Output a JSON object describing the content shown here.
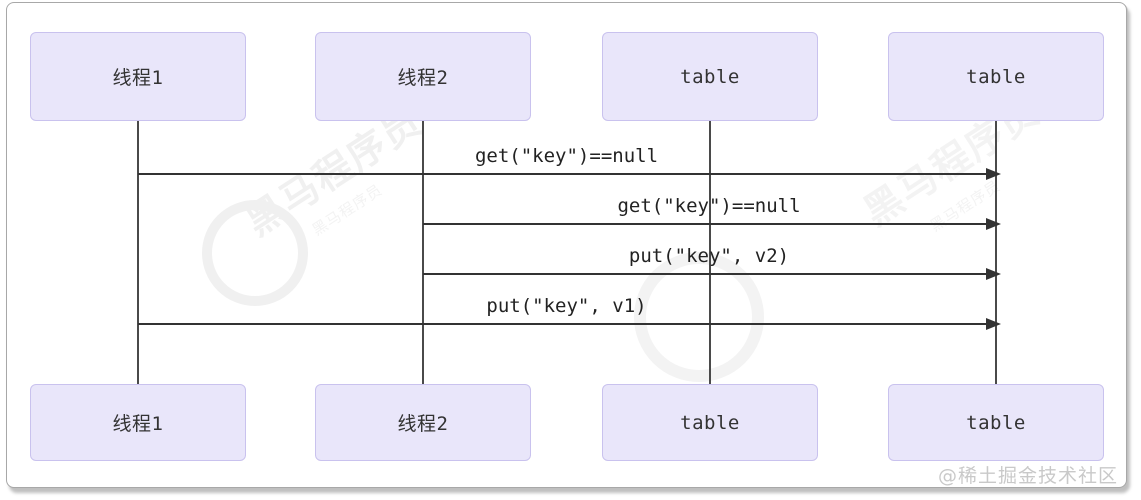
{
  "diagram": {
    "top_actors": [
      {
        "label": "线程1"
      },
      {
        "label": "线程2"
      },
      {
        "label": "table"
      },
      {
        "label": "table"
      }
    ],
    "bottom_actors": [
      {
        "label": "线程1"
      },
      {
        "label": "线程2"
      },
      {
        "label": "table"
      },
      {
        "label": "table"
      }
    ],
    "messages": [
      {
        "label": "get(\"key\")==null",
        "from": "线程1",
        "to": "table"
      },
      {
        "label": "get(\"key\")==null",
        "from": "线程2",
        "to": "table"
      },
      {
        "label": "put(\"key\", v2)",
        "from": "线程2",
        "to": "table"
      },
      {
        "label": "put(\"key\", v1)",
        "from": "线程1",
        "to": "table"
      }
    ]
  },
  "watermark": {
    "logo_text": "黑马程序员",
    "credit": "@稀土掘金技术社区"
  },
  "colors": {
    "actor_fill": "#e9e6fa",
    "actor_border": "#c9c2ee",
    "lifeline": "#4a4a4a",
    "arrow": "#333333",
    "message_text": "#222222",
    "actor_text": "#333333",
    "watermark": "#f0f0f0",
    "credit_text": "#c9c9c9",
    "frame_border": "#a8a8a8"
  }
}
